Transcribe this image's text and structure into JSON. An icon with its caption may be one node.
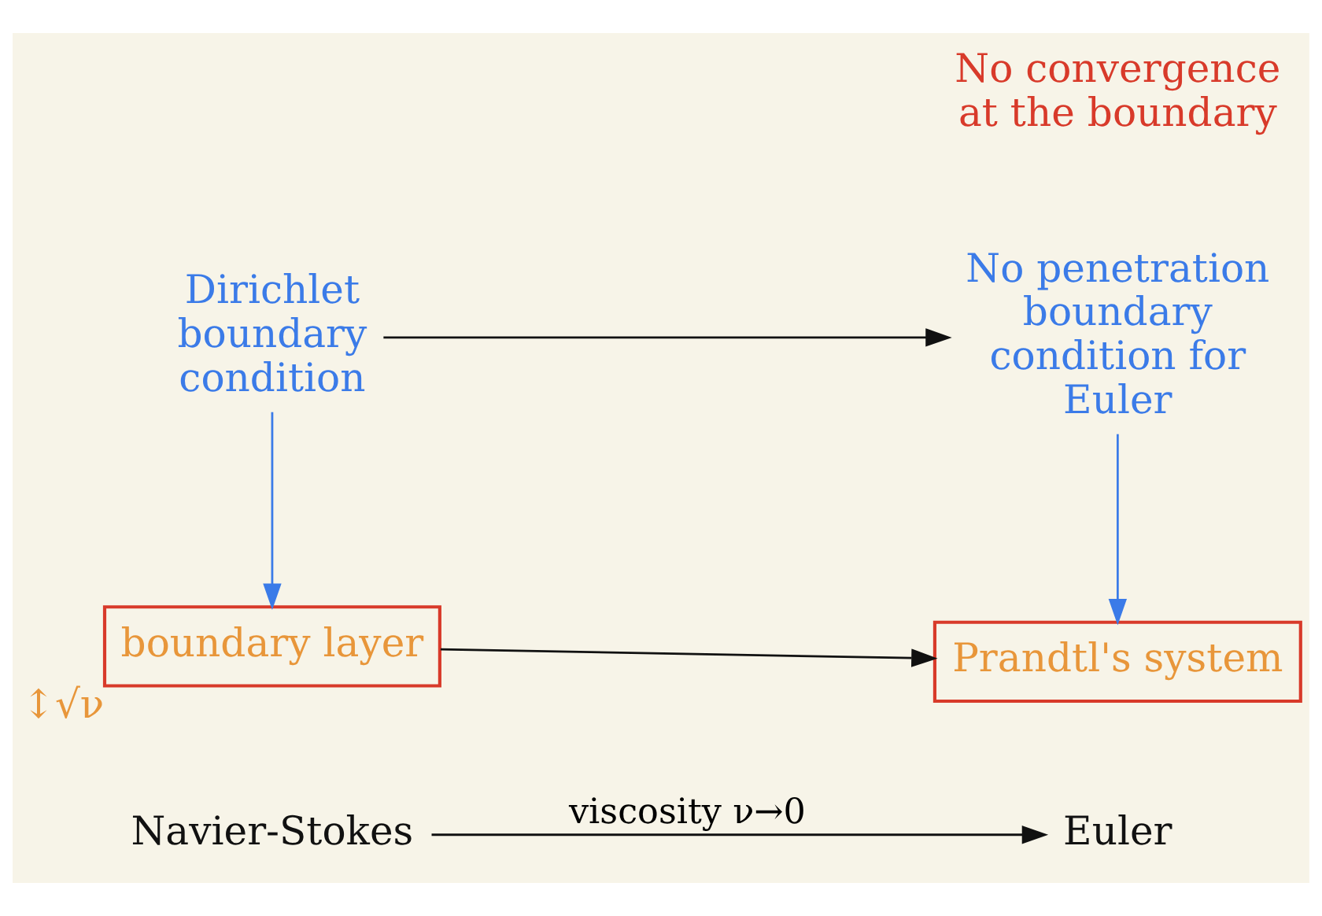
{
  "diagram": {
    "nodes": [
      {
        "text": [
          "Navier-Stokes"
        ]
      },
      {
        "text": [
          "Euler"
        ]
      },
      {
        "text": [
          "boundary layer"
        ],
        "beside": [
          "↕√ν"
        ]
      },
      {
        "text": [
          "Prandtl's system"
        ]
      },
      {
        "text": [
          "Dirichlet boundary condition"
        ]
      },
      {
        "text": [
          "No penetration boundary condition for Euler"
        ]
      }
    ],
    "edges": [
      {
        "from": 0,
        "to": 1,
        "arrow": "to",
        "label": "viscosity ν→0"
      },
      {
        "from": 2,
        "to": 3,
        "arrow": "to"
      },
      {
        "from": 4,
        "to": 2,
        "arrow": "to",
        "color": "#3b7be8"
      },
      {
        "from": 5,
        "to": 3,
        "arrow": "to",
        "color": "#3b7be8"
      },
      {
        "from": 4,
        "to": 5,
        "arrow": "to"
      }
    ],
    "labels": [
      "No convergence at the boundary"
    ]
  }
}
